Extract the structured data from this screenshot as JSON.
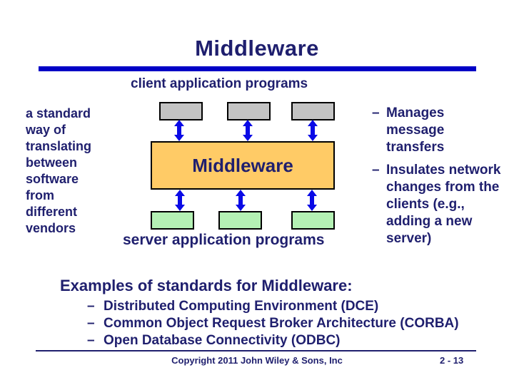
{
  "slide": {
    "title": "Middleware",
    "subtitle": "client application programs",
    "left_note": "a standard\nway of\ntranslating\nbetween\nsoftware\nfrom\ndifferent\nvendors",
    "diagram": {
      "middleware_label": "Middleware",
      "server_label": "server application programs"
    },
    "right_notes": [
      {
        "dash": "–",
        "text": "Manages\nmessage\ntransfers"
      },
      {
        "dash": "–",
        "text": "Insulates network\nchanges from the\nclients (e.g.,\nadding a new\nserver)"
      }
    ],
    "examples": {
      "heading": "Examples of standards for Middleware:",
      "dash": "–",
      "items": [
        "Distributed Computing Environment (DCE)",
        "Common Object Request Broker Architecture (CORBA)",
        "Open Database Connectivity (ODBC)"
      ]
    },
    "footer": {
      "copyright": "Copyright 2011 John Wiley & Sons, Inc",
      "page": "2 - 13"
    },
    "icons": {
      "vertical_double_arrow": "↕"
    },
    "colors": {
      "text_navy": "#1f1f6e",
      "title_rule_blue": "#0000c6",
      "arrow_blue": "#0a0ae6",
      "client_box_fill": "#c3c3c3",
      "middleware_box_fill": "#ffcb66",
      "server_box_fill": "#b4f1b4",
      "box_border": "#000000"
    }
  }
}
